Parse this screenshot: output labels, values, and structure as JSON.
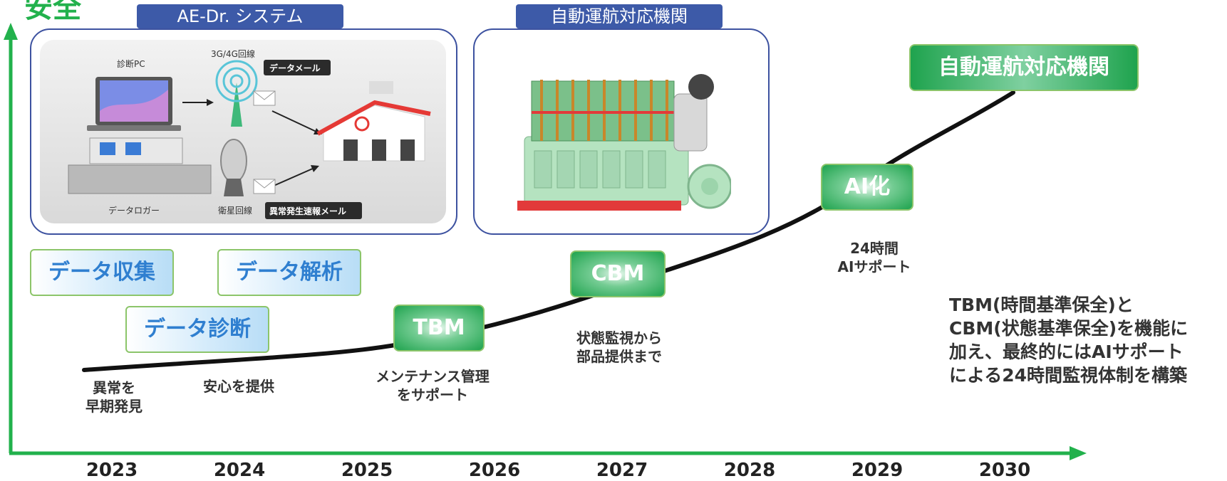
{
  "y_axis_label": "安全",
  "panels": {
    "ae_dr": {
      "label": "AE-Dr. システム",
      "diagram": {
        "pc_label": "診断PC",
        "network_label": "3G/4G回線",
        "mail_label": "データメール",
        "logger_label": "データロガー",
        "satellite_label": "衛星回線",
        "alert_label": "異常発生速報メール"
      }
    },
    "engine": {
      "label": "自動運航対応機関"
    }
  },
  "boxes": {
    "data_collection": "データ収集",
    "data_analysis": "データ解析",
    "data_diagnosis": "データ診断",
    "tbm": "TBM",
    "cbm": "CBM",
    "ai": "AI化",
    "goal": "自動運航対応機関"
  },
  "captions": {
    "early_detection": [
      "異常を",
      "早期発見"
    ],
    "peace_of_mind": "安心を提供",
    "maintenance": [
      "メンテナンス管理",
      "をサポート"
    ],
    "state_monitoring": [
      "状態監視から",
      "部品提供まで"
    ],
    "ai_support": [
      "24時間",
      "AIサポート"
    ]
  },
  "summary": [
    "TBM(時間基準保全)と",
    "CBM(状態基準保全)を機能に",
    "加え、最終的にはAIサポート",
    "による24時間監視体制を構築"
  ],
  "years": [
    "2023",
    "2024",
    "2025",
    "2026",
    "2027",
    "2028",
    "2029",
    "2030"
  ],
  "colors": {
    "axis": "#22b14c",
    "panel_border": "#3d52a0",
    "blue_text": "#2f7fd0",
    "green_box": "#1fa34e",
    "curve": "#111111"
  }
}
